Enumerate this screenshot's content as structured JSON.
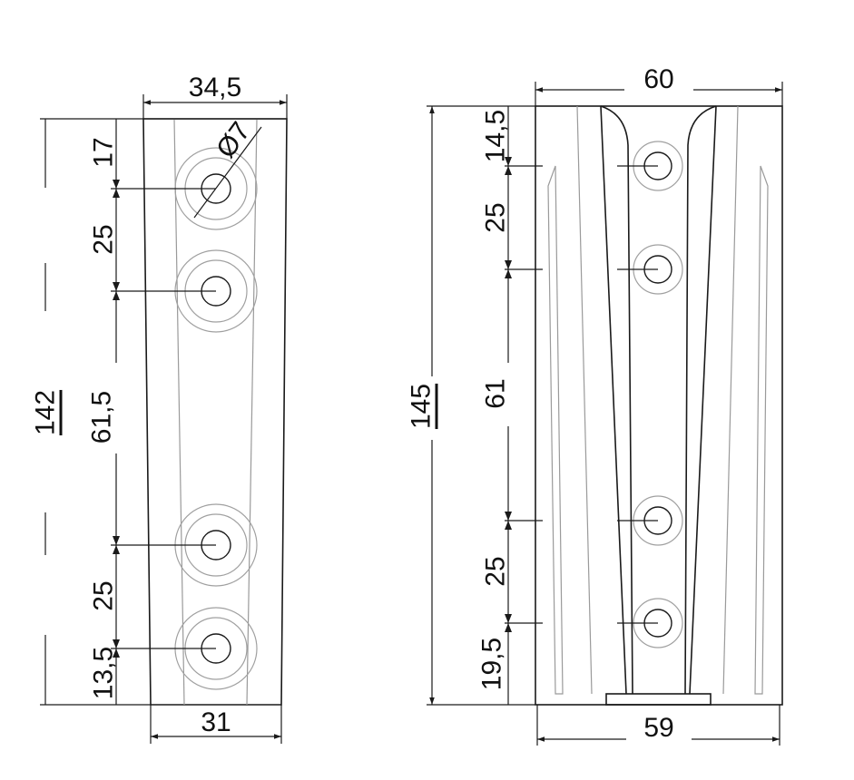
{
  "left_view": {
    "top_width": "34,5",
    "bottom_width": "31",
    "hole_diameter": "Ø7",
    "overall_height": "142",
    "spacing": [
      "17",
      "25",
      "61,5",
      "25",
      "13,5"
    ]
  },
  "right_view": {
    "top_width": "60",
    "bottom_width": "59",
    "overall_height": "145",
    "spacing": [
      "14,5",
      "25",
      "61",
      "25",
      "19,5"
    ]
  }
}
